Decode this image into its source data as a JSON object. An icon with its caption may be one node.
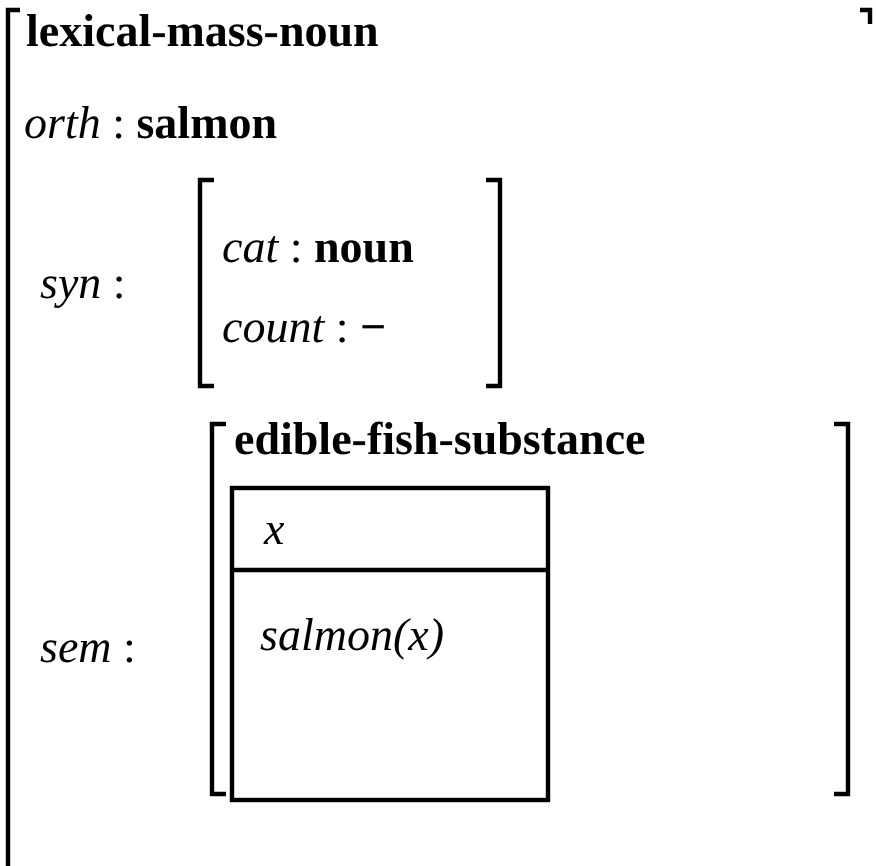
{
  "diagram": {
    "nodes": [
      {
        "text": [
          "lexical-mass-noun",
          "*orth* : **salmon**",
          "*syn* :",
          "*sem* :"
        ]
      },
      {
        "text": [
          "*cat* : **noun**",
          "*count* : **−**"
        ],
        "in": 0
      },
      {
        "text": [
          "edible-fish-substance"
        ],
        "in": 0
      },
      {
        "text": [
          "x",
          "salmon(x)"
        ],
        "in": 2
      }
    ]
  }
}
